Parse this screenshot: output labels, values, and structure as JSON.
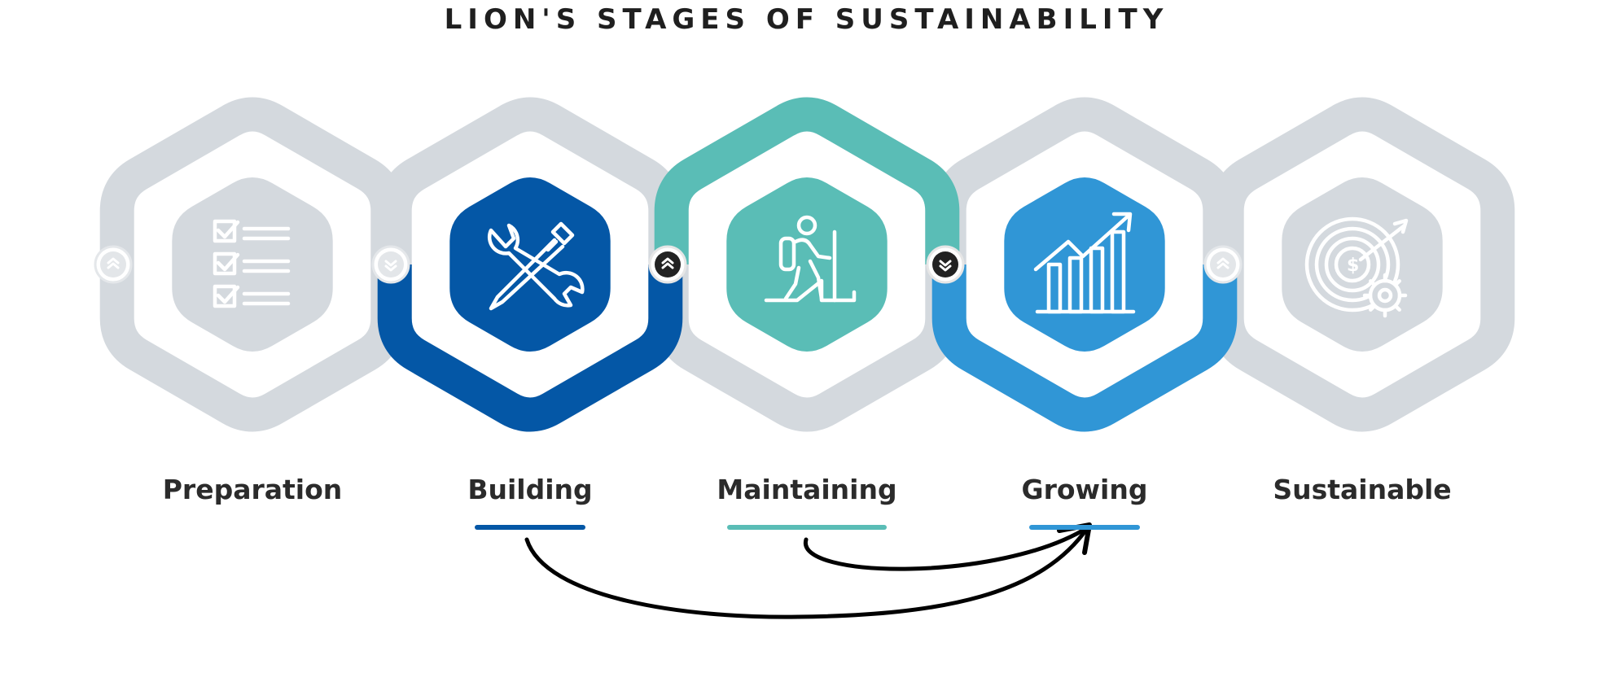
{
  "title": "LION'S STAGES OF SUSTAINABILITY",
  "colors": {
    "inactive": "#d4d9de",
    "building": "#0457a6",
    "maintaining": "#5abdb6",
    "growing": "#3096d6",
    "dark_node": "#222222",
    "text": "#2b2b2b"
  },
  "stages": [
    {
      "label": "Preparation",
      "icon": "checklist-icon",
      "state": "inactive",
      "node": "chevron-up"
    },
    {
      "label": "Building",
      "icon": "wrench-screwdriver-icon",
      "state": "building",
      "node": "chevron-down"
    },
    {
      "label": "Maintaining",
      "icon": "hiker-icon",
      "state": "maintaining",
      "node": "chevron-up"
    },
    {
      "label": "Growing",
      "icon": "growth-chart-icon",
      "state": "growing",
      "node": "chevron-down"
    },
    {
      "label": "Sustainable",
      "icon": "target-dollar-icon",
      "state": "inactive",
      "node": "chevron-up"
    }
  ],
  "arrows": [
    {
      "from": "Building",
      "to": "Growing"
    },
    {
      "from": "Maintaining",
      "to": "Growing"
    }
  ]
}
